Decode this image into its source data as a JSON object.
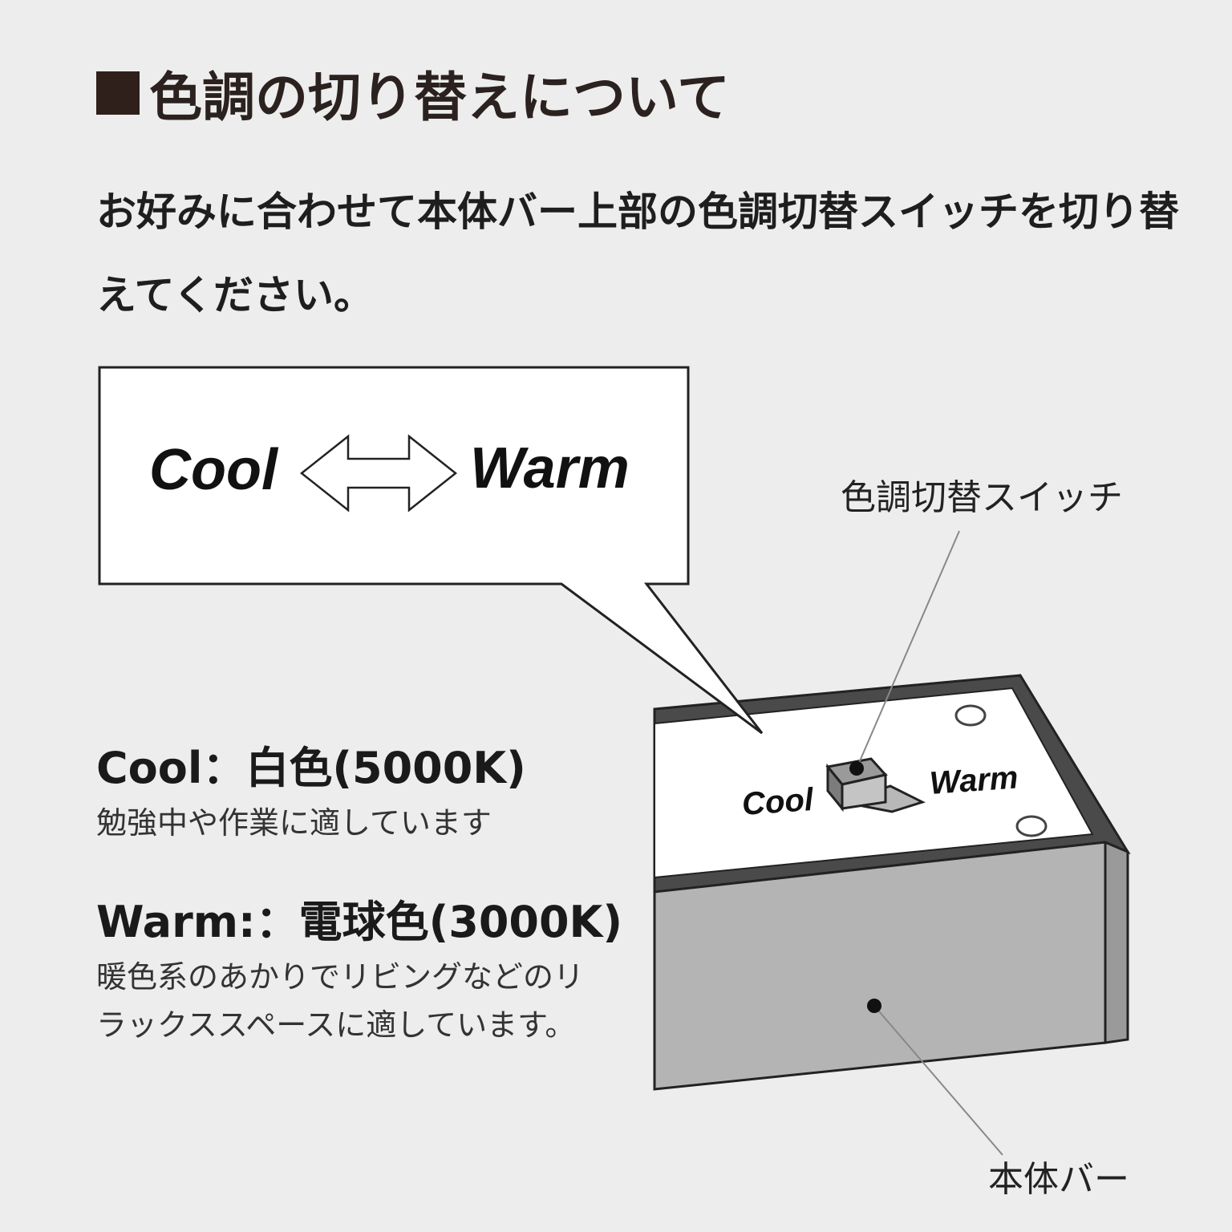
{
  "heading": "色調の切り替えについて",
  "intro": "お好みに合わせて本体バー上部の色調切替スイッチを切り替えてください。",
  "callout": {
    "cool": "Cool",
    "warm": "Warm"
  },
  "switch_labels": {
    "cool": "Cool",
    "warm": "Warm"
  },
  "labels": {
    "switch": "色調切替スイッチ",
    "bar": "本体バー"
  },
  "modes": {
    "cool": {
      "title": "Cool：白色(5000K)",
      "desc": "勉強中や作業に適しています"
    },
    "warm": {
      "title": "Warm:：電球色(3000K)",
      "desc": "暖色系のあかりでリビングなどのリラックススペースに適しています。"
    }
  },
  "colors": {
    "background": "#ededed",
    "heading_square": "#2f201b",
    "bar_side": "#b4b4b4",
    "bar_frame": "#4a4a4a"
  }
}
